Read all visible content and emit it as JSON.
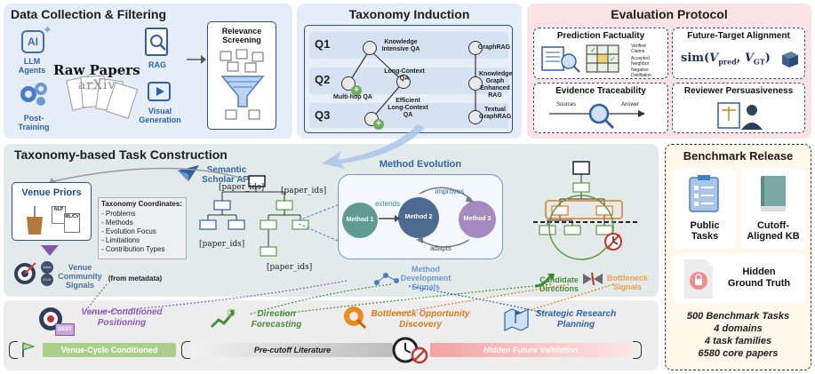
{
  "data_collection": {
    "title": "Data Collection & Filtering",
    "llm_agents": "LLM\nAgents",
    "raw_papers": "Raw Papers",
    "arxiv": "arXiv",
    "rag": "RAG",
    "post_training": "Post-\nTraining",
    "visual_generation": "Visual\nGeneration",
    "relevance_screening": "Relevance\nScreening"
  },
  "taxonomy_induction": {
    "title": "Taxonomy Induction",
    "q_labels": [
      "Q1",
      "Q2",
      "Q3"
    ],
    "nodes": {
      "knowledge_intensive_qa": "Knowledge\nIntensive QA",
      "long_context_qa": "Long-Context\nQA",
      "multi_hop_qa": "Multi-hop QA",
      "efficient_long_context_qa": "Efficient\nLong-Context\nQA",
      "graphrag": "GraphRAG",
      "kg_enhanced_rag": "Knowledge\nGraph\nEnhanced\nRAG",
      "textual_graphrag": "Textual\nGraphRAG"
    }
  },
  "evaluation_protocol": {
    "title": "Evaluation Protocol",
    "prediction_factuality": "Prediction Factuality",
    "verified_claims": "Verified\nClaims",
    "accepted_neighbor": "Accepted\nNeighbor",
    "negative_distillation": "Negative\nDistillation",
    "future_target_alignment": "Future-Target Alignment",
    "formula_prefix": "sim(",
    "formula_v1": "V",
    "formula_sub1": "pred",
    "formula_comma": ", ",
    "formula_v2": "V",
    "formula_sub2": "GT",
    "formula_suffix": ")",
    "evidence_traceability": "Evidence Traceability",
    "sources": "Sources",
    "answer": "Answer",
    "reviewer_persuasiveness": "Reviewer Persuasiveness"
  },
  "task_construction": {
    "title": "Taxonomy-based  Task Construction",
    "semantic_scholar": "Semantic\nScholar API",
    "venue_priors": "Venue Priors",
    "nlp": "NLP",
    "ml_cv": "ML/CV",
    "taxonomy_coordinates_title": "Taxonomy Coordinates:",
    "taxonomy_coordinates": [
      "- Problems",
      "- Methods",
      "- Evolution Focus",
      "- Limitations",
      "- Contribution Types"
    ],
    "paper_ids": "[paper_ids]",
    "aaai": "AAAI",
    "iclr": "ICLR",
    "venue_community_signals": "Venue\nCommunity\nSignals",
    "from_metadata": "(from metadata)",
    "method_evolution": "Method Evolution",
    "method1": "Method 1",
    "method2": "Method 2",
    "method3": "Method 3",
    "extends": "extends",
    "improves": "improves",
    "adapts": "adapts",
    "method_development_signals": "Method\nDevelopment\nSignals",
    "candidate_directions": "Candidate\nDirections",
    "bottleneck_signals": "Bottleneck\nSignals"
  },
  "tasks_row": {
    "venue_conditioned": "Venue-Conditioned\nPositioning",
    "dest": "DEST",
    "direction_forecasting": "Direction\nForecasting",
    "bottleneck_discovery": "Bottleneck Opportunity\nDiscovery",
    "strategic_planning": "Strategic Research\nPlanning",
    "venue_cycle": "Venue-Cycle Conditioned",
    "pre_cutoff": "Pre-cutoff Literature",
    "hidden_future": "Hidden Future Validation"
  },
  "benchmark_release": {
    "title": "Benchmark Release",
    "public_tasks": "Public\nTasks",
    "cutoff_kb": "Cutoff-\nAligned KB",
    "hidden_ground_truth": "Hidden\nGround Truth",
    "stats": [
      "500 Benchmark Tasks",
      "4 domains",
      "4 task families",
      "6580 core papers"
    ]
  },
  "colors": {
    "blue_panel": "#e6eef8",
    "pink_panel": "#fbe3e6",
    "grey_panel": "#e4eceb",
    "method1": "#5e9c92",
    "method2": "#4d6b91",
    "method3": "#a48bbf",
    "purple_text": "#8a5cb3",
    "green_text": "#4b8c3a",
    "orange_text": "#e07a18",
    "blue_text": "#2e64a8"
  }
}
